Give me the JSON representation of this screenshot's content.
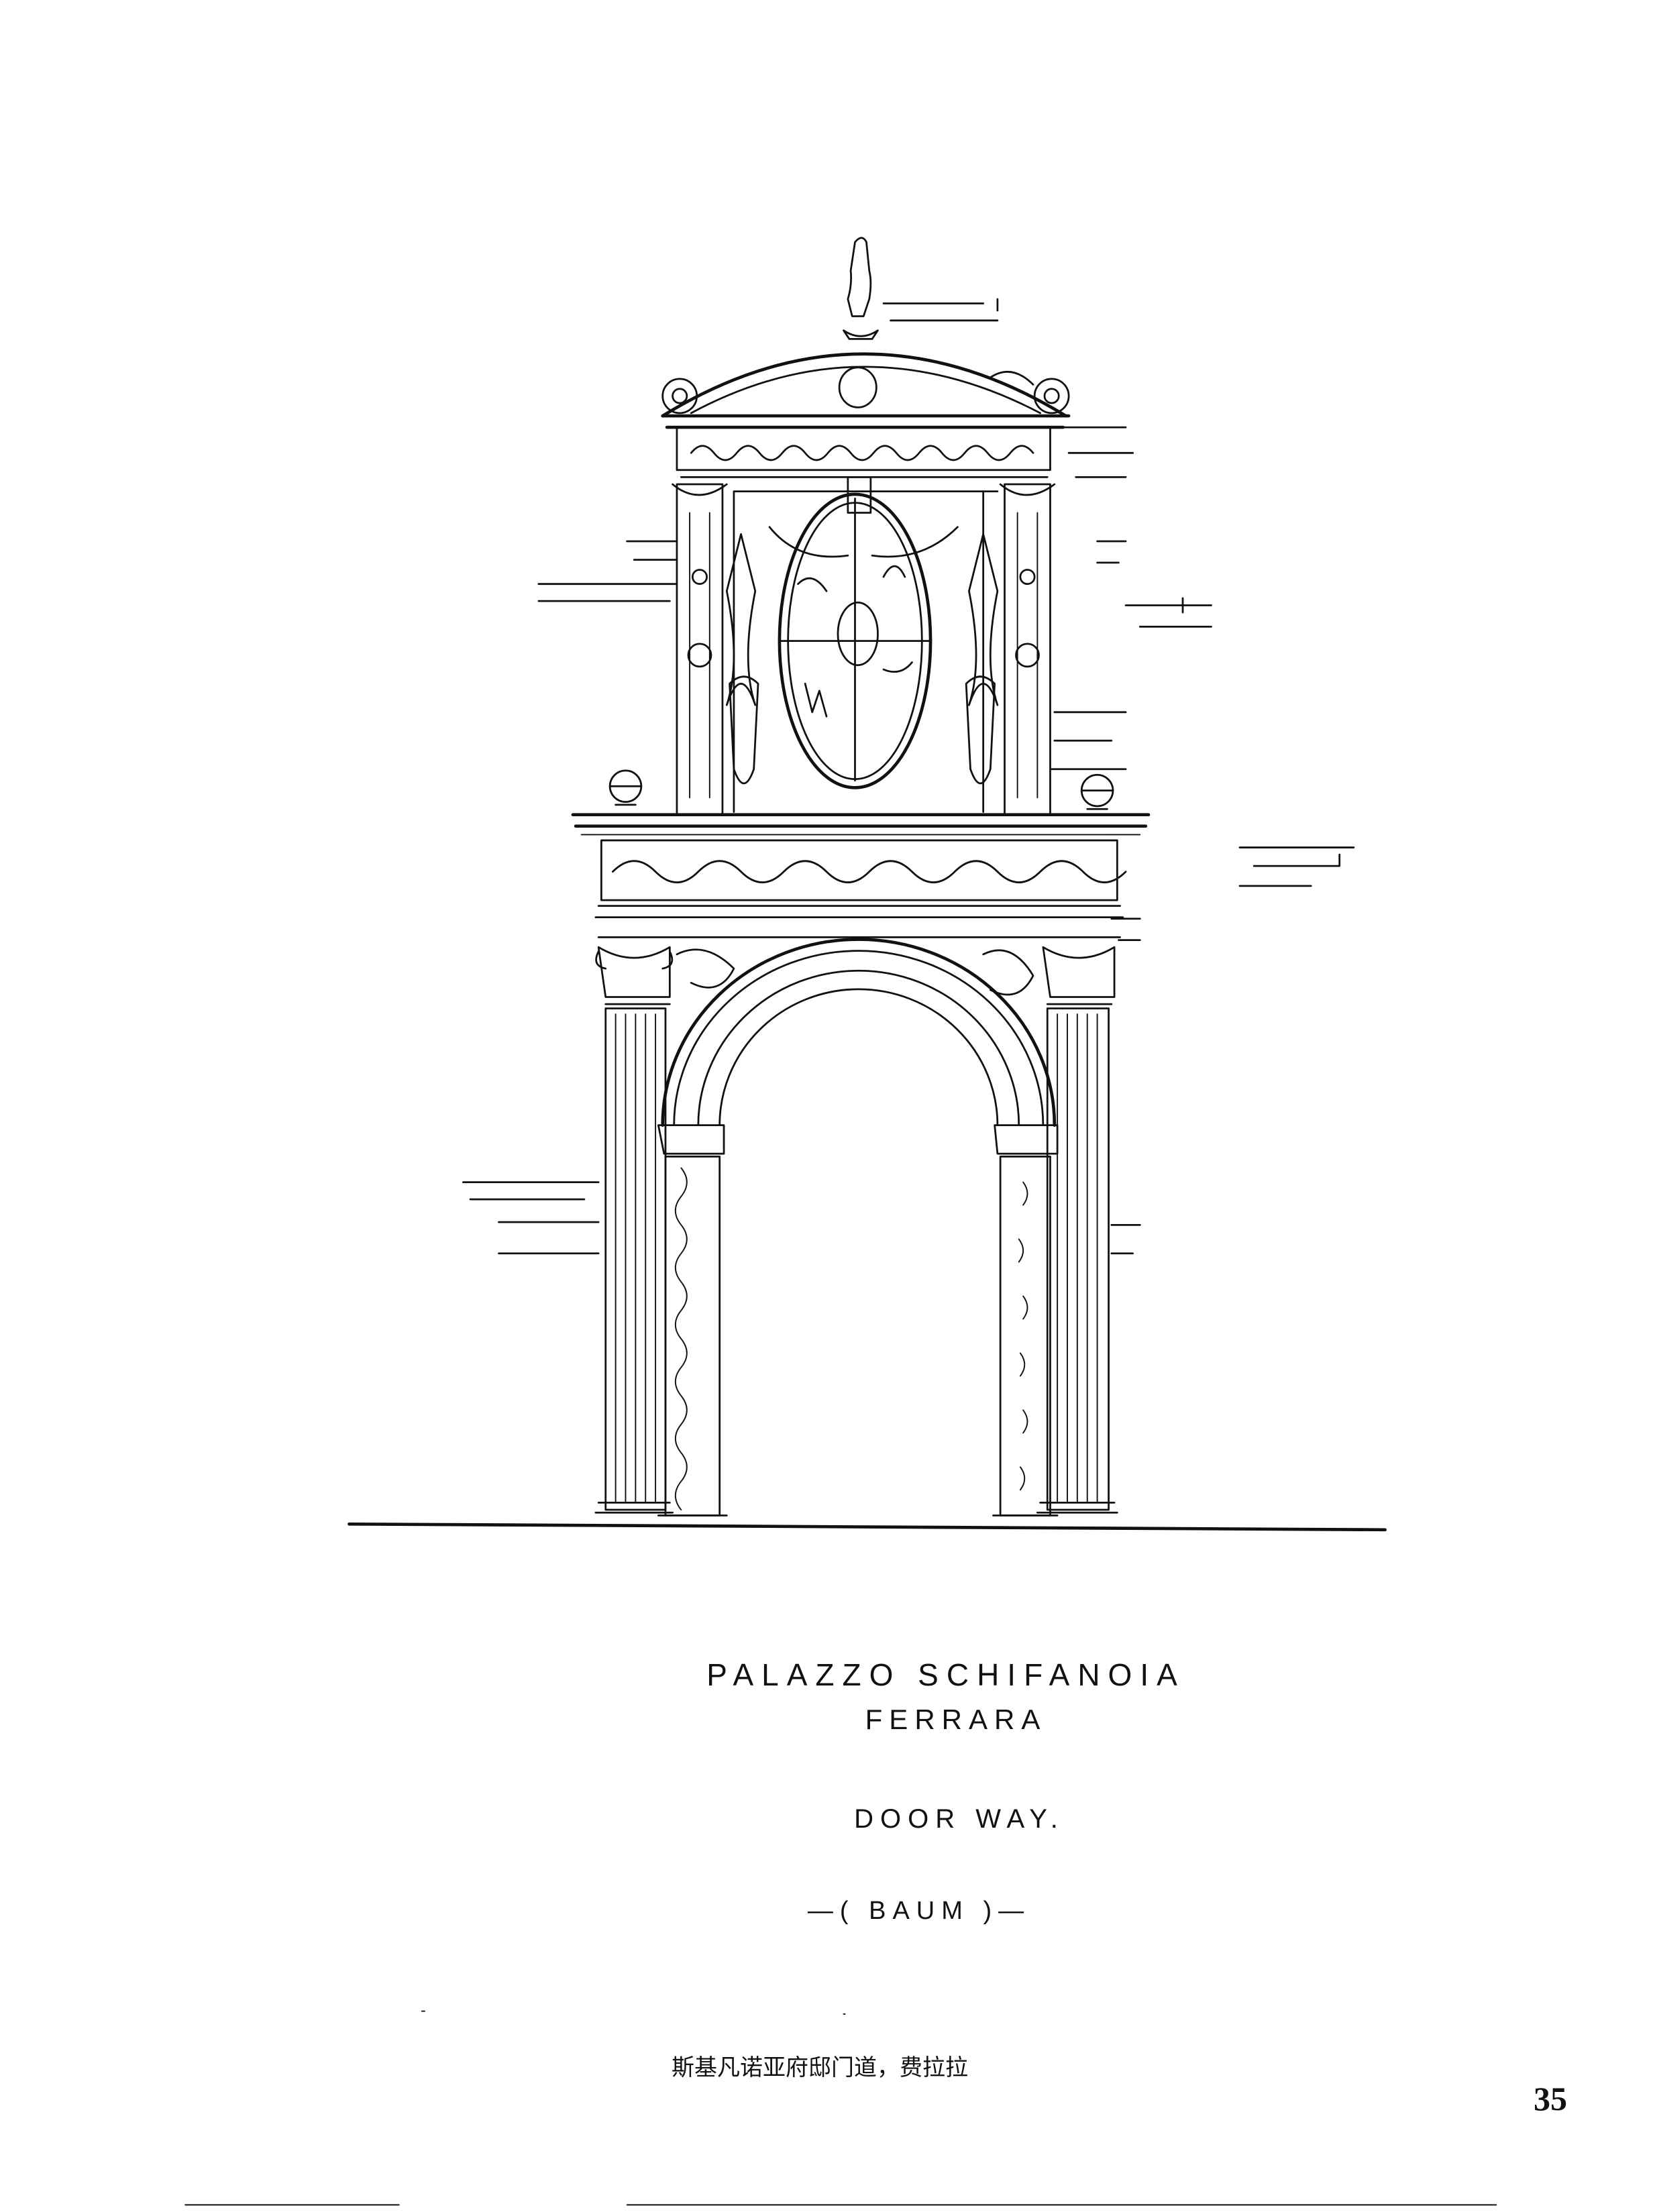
{
  "sketch": {
    "subject": "doorway-archway-drawing"
  },
  "handwritten_title": {
    "line1": "PALAZZO SCHIFANOIA",
    "line2": "FERRARA",
    "line3": "DOOR WAY.",
    "line4": "—( BAUM )—"
  },
  "caption": "斯基凡诺亚府邸门道，费拉拉",
  "page_number": "35"
}
